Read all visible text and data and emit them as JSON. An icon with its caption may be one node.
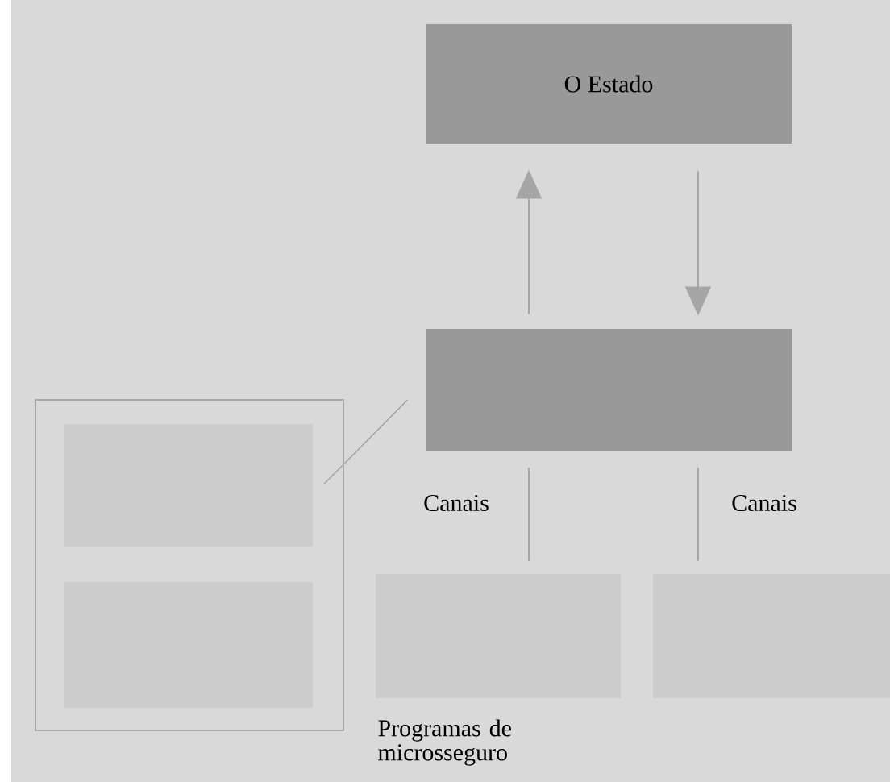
{
  "diagram": {
    "nodes": [
      {
        "text": [
          "O Estado"
        ]
      },
      {
        "text": [],
        "shape": "box"
      },
      {
        "text": [],
        "shape": "box"
      },
      {
        "text": [],
        "shape": "box",
        "in": 2
      },
      {
        "text": [],
        "shape": "box",
        "in": 2
      },
      {
        "text": [],
        "shape": "box",
        "beside": [
          "Programas de microsseguro"
        ]
      },
      {
        "text": [],
        "shape": "box"
      }
    ],
    "edges": [
      {
        "from": 1,
        "to": 0,
        "arrow": "to"
      },
      {
        "from": 0,
        "to": 1,
        "arrow": "to"
      },
      {
        "from": 1,
        "to": 5,
        "arrow": "none",
        "label": "Canais"
      },
      {
        "from": 1,
        "to": 6,
        "arrow": "none",
        "label": "Canais"
      },
      {
        "from": 1,
        "to": 3,
        "arrow": "none"
      }
    ]
  }
}
